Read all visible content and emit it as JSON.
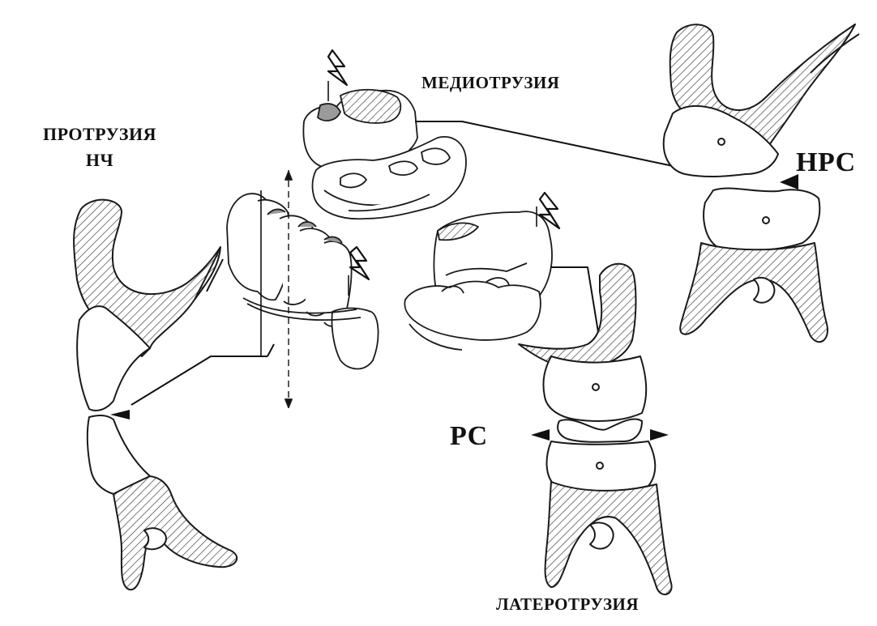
{
  "labels": {
    "protrusion_line1": "ПРОТРУЗИЯ",
    "protrusion_line2": "НЧ",
    "mediotrusion": "МЕДИОТРУЗИЯ",
    "nrs": "НРС",
    "rs": "РС",
    "laterotrusion": "ЛАТЕРОТРУЗИЯ"
  },
  "colors": {
    "ink": "#1a1a1a",
    "hatch": "#555555",
    "shade": "#9a9a9a",
    "background": "#ffffff"
  }
}
